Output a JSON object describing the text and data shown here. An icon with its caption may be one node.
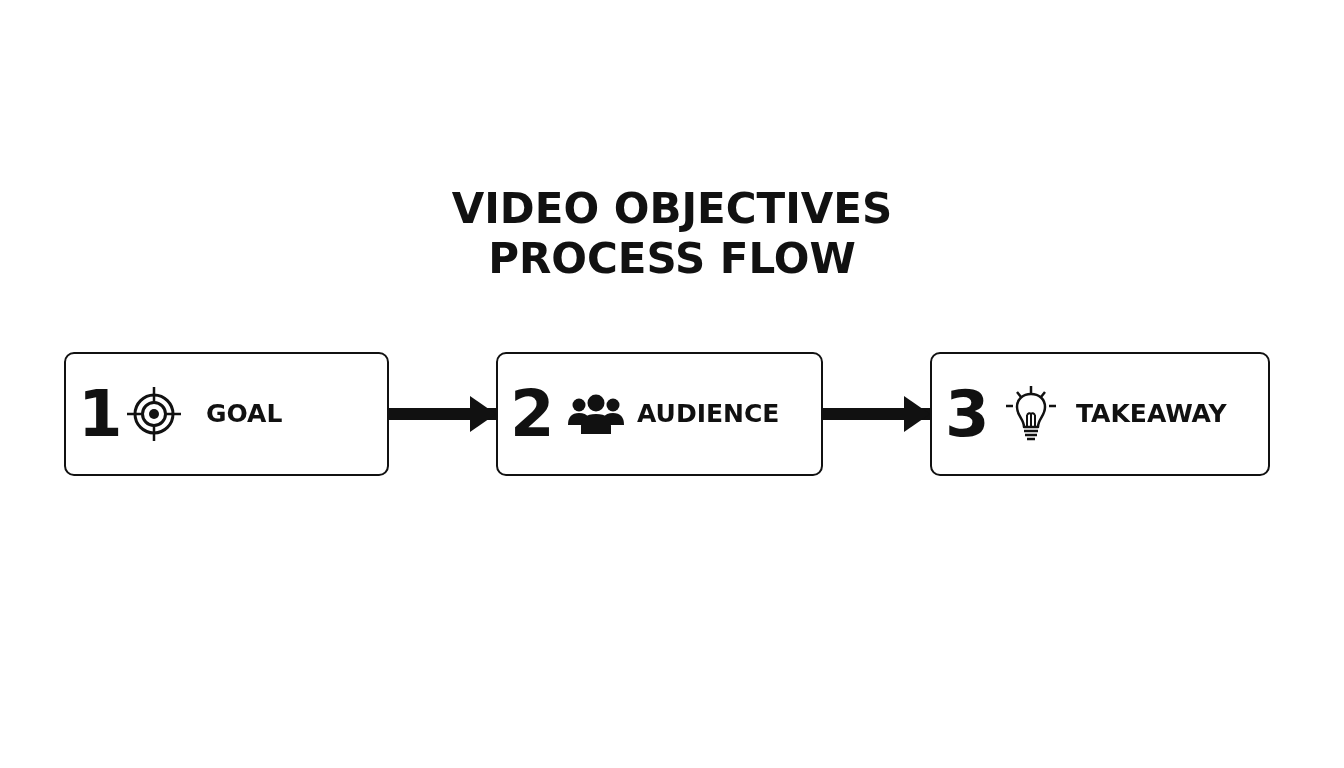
{
  "diagram": {
    "title": "VIDEO OBJECTIVES PROCESS FLOW",
    "nodes": [
      {
        "text": [
          "1",
          "GOAL"
        ]
      },
      {
        "text": [
          "2",
          "AUDIENCE"
        ]
      },
      {
        "text": [
          "3",
          "TAKEAWAY"
        ]
      }
    ],
    "edges": [
      {
        "from": 0,
        "to": 1,
        "arrow": "to"
      },
      {
        "from": 1,
        "to": 2,
        "arrow": "to"
      }
    ]
  }
}
